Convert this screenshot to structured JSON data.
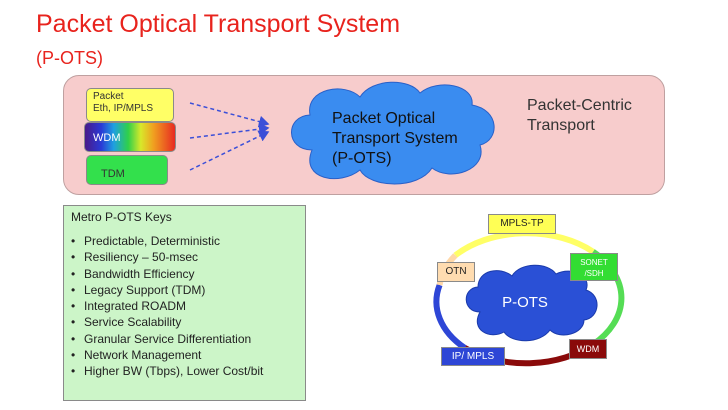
{
  "title": "Packet Optical Transport System",
  "subtitle": "(P-OTS)",
  "top_band": {
    "packet_box": [
      "Packet",
      "Eth, IP/MPLS"
    ],
    "wdm_box": "WDM",
    "tdm_box": "TDM",
    "cloud_lines": [
      "Packet Optical",
      "Transport System",
      "(P-OTS)"
    ],
    "packet_centric": [
      "Packet-Centric",
      "Transport"
    ]
  },
  "keys": {
    "title": "Metro P-OTS Keys",
    "items": [
      "Predictable, Deterministic",
      "Resiliency – 50-msec",
      "Bandwidth Efficiency",
      "Legacy Support (TDM)",
      "Integrated ROADM",
      "Service Scalability",
      "Granular Service Differentiation",
      "Network Management",
      "Higher BW (Tbps), Lower Cost/bit"
    ]
  },
  "ring": {
    "center": "P-OTS",
    "mpls_tp": "MPLS-TP",
    "otn": "OTN",
    "sonet": [
      "SONET",
      "/SDH"
    ],
    "ip_mpls": "IP/ MPLS",
    "wdm": "WDM"
  },
  "colors": {
    "title": "#e8231d",
    "banner": "#f7cccc",
    "cloud_top": "#3a8cf0",
    "cloud_ring": "#2a50d6",
    "arrow": "#3b4fd8",
    "keys_bg": "#ccf5c8",
    "arc_mpls": "#ffff66",
    "arc_sonet": "#55dd55",
    "arc_wdm": "#8a0a0a",
    "arc_ip": "#2e46d6",
    "arc_otn": "#ffd8a8"
  }
}
